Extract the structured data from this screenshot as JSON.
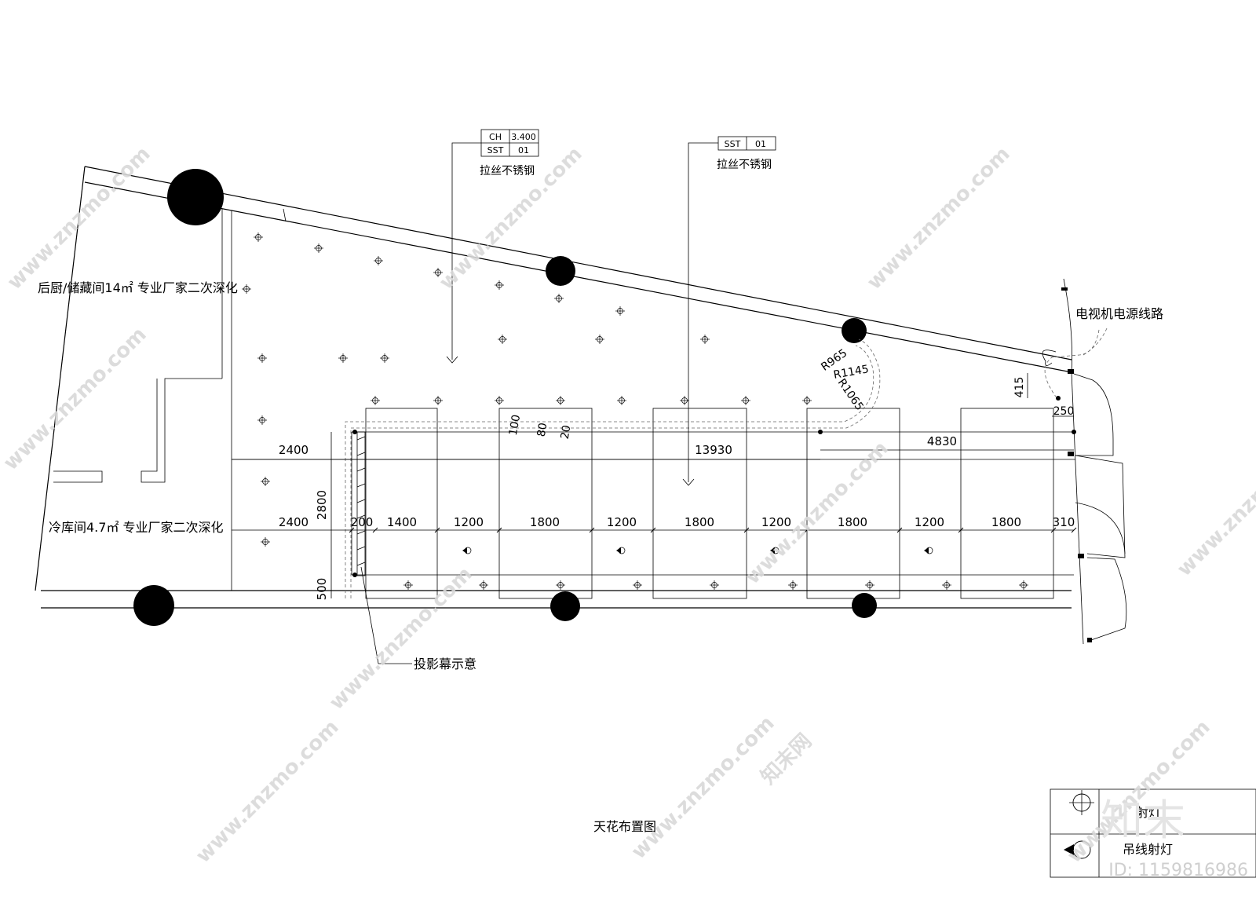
{
  "title": "天花布置图",
  "rooms": {
    "kitchen": "后厨/储藏间14㎡  专业厂家二次深化",
    "cold": "冷库间4.7㎡  专业厂家二次深化"
  },
  "tag1": {
    "k1": "CH",
    "v1": "3.400",
    "k2": "SST",
    "v2": "01",
    "note": "拉丝不锈钢"
  },
  "tag2": {
    "k1": "SST",
    "v1": "01",
    "note": "拉丝不锈钢"
  },
  "tv_note": "电视机电源线路",
  "screen_note": "投影幕示意",
  "dims": {
    "top_2400": "2400",
    "total": "13930",
    "seg_4830": "4830",
    "mid_2400": "2400",
    "h2800": "2800",
    "h500": "500",
    "d100": "100",
    "d80": "80",
    "d20": "20",
    "d415": "415",
    "d250": "250",
    "r965": "R965",
    "r1145": "R1145",
    "r1065": "R1065",
    "row": [
      "200",
      "1400",
      "1200",
      "1800",
      "1200",
      "1800",
      "1200",
      "1800",
      "1200",
      "1800",
      "310"
    ]
  },
  "legend": {
    "item1": "射灯",
    "item2": "吊线射灯"
  },
  "watermark": {
    "site": "www.znzmo.com",
    "brand": "知末网",
    "logo": "知末",
    "id": "ID: 1159816986"
  }
}
